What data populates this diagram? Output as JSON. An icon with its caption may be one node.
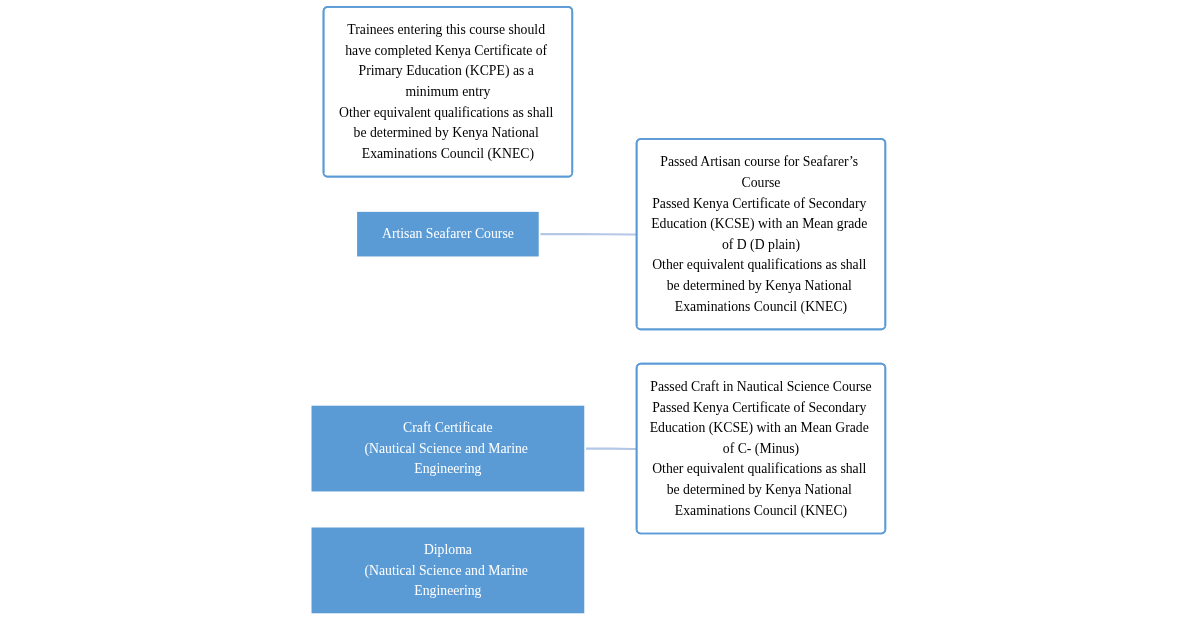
{
  "diagram": {
    "nodes": [
      {
        "text": [
          "Trainees entering this course should have completed Kenya Certificate of Primary Education (KCPE) as a minimum entry",
          "Other equivalent qualifications as shall be determined by Kenya National Examinations Council (KNEC)"
        ]
      },
      {
        "text": [
          "Artisan Seafarer Course"
        ]
      },
      {
        "text": [
          "Craft Certificate",
          "(Nautical Science and Marine Engineering"
        ]
      },
      {
        "text": [
          "Passed Artisan course for Seafarer’s Course",
          "Passed Kenya Certificate of Secondary Education (KCSE) with an Mean grade of D (D plain)",
          "Other equivalent qualifications as shall be determined by Kenya National Examinations Council (KNEC)"
        ]
      },
      {
        "text": [
          "Passed Craft in Nautical Science Course",
          "Passed Kenya Certificate of Secondary Education (KCSE) with an Mean Grade of C- (Minus)",
          "Other equivalent qualifications as shall be determined by Kenya National Examinations Council (KNEC)"
        ]
      },
      {
        "text": [
          "Diploma",
          "(Nautical Science and Marine Engineering"
        ]
      }
    ],
    "edges": [
      {
        "from": 1,
        "to": 3,
        "arrow": "none"
      },
      {
        "from": 2,
        "to": 4,
        "arrow": "none"
      }
    ]
  }
}
